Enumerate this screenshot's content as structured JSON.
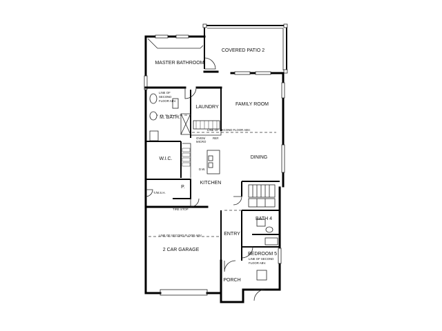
{
  "rooms": {
    "covered_patio": "COVERED PATIO 2",
    "master_bathroom": "MASTER BATHROOM",
    "family_room": "FAMILY ROOM",
    "laundry": "LAUNDRY",
    "m_bath": "M. BATH.",
    "wic": "W.I.C.",
    "dining": "DINING",
    "kitchen": "KITCHEN",
    "pantry": "P.",
    "garage": "2 CAR GARAGE",
    "entry": "ENTRY",
    "bath4": "BATH 4",
    "bedroom5": "BEDROOM 5",
    "porch": "PORCH"
  },
  "notes": {
    "line_second_floor_family": "LINE OF SECOND FLOOR ABV.",
    "line_second_floor_garage": "LINE OF SECOND FLOOR ABV.",
    "line_second_floor_bath_1": "LINE OF",
    "line_second_floor_bath_2": "SECOND",
    "line_second_floor_bath_3": "FLOOR ABV.",
    "line_second_floor_bed_1": "LINE OF SECOND",
    "line_second_floor_bed_2": "FLOOR ABV.",
    "oven_1": "OVEN/",
    "oven_2": "MICRO",
    "ref": "REF.",
    "dw": "D.W.",
    "tire_stop": "TIRE STOP",
    "tmsh": "T./M.S.H."
  }
}
